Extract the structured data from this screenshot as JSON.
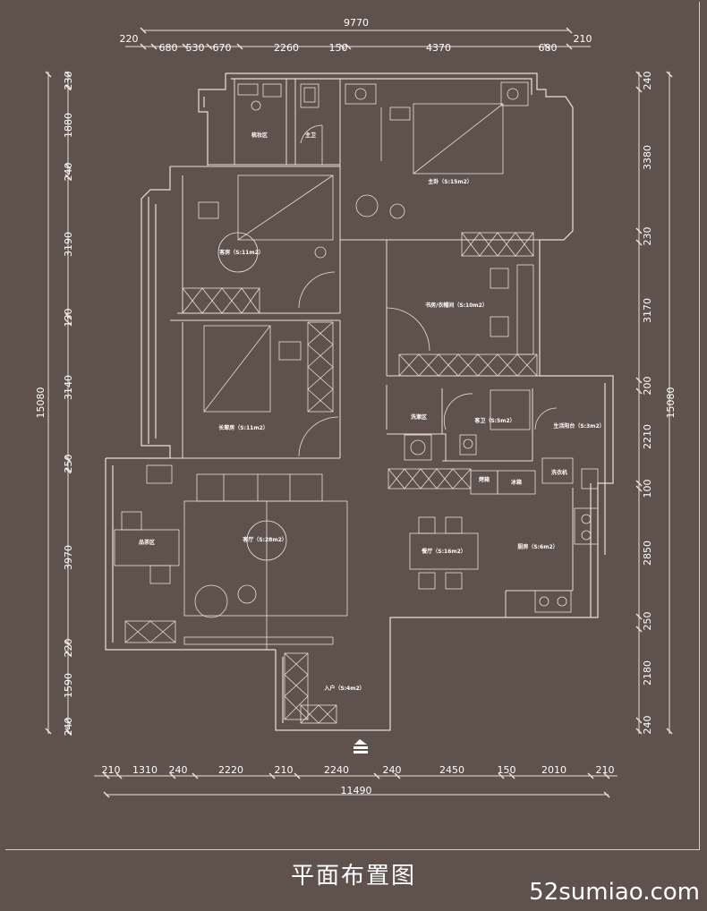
{
  "title": "平面布置图",
  "watermark": "52sumiao.com",
  "entrance_marker": "entrance-arrow-icon",
  "colors": {
    "background": "#5f514c",
    "lines": "#e8e0da",
    "text": "#ffffff"
  },
  "dimensions": {
    "top_total": "9770",
    "top_segments": [
      "220",
      "680",
      "530",
      "670",
      "2260",
      "150",
      "4370",
      "680",
      "210"
    ],
    "bottom_total": "11490",
    "bottom_segments": [
      "210",
      "1310",
      "240",
      "2220",
      "210",
      "2240",
      "240",
      "2450",
      "150",
      "2010",
      "210"
    ],
    "left_total": "15080",
    "left_segments": [
      "230",
      "1880",
      "240",
      "3190",
      "130",
      "3140",
      "250",
      "3970",
      "220",
      "1590",
      "240"
    ],
    "right_total": "15080",
    "right_segments": [
      "240",
      "3380",
      "230",
      "3170",
      "200",
      "2210",
      "100",
      "2850",
      "250",
      "2180",
      "240"
    ]
  },
  "rooms": {
    "makeup": "梳妆区",
    "master_toilet": "主卫",
    "master_bedroom": "主卧（S:15m2）",
    "guest_room": "客房（S:11m2）",
    "study": "书房/衣帽间（S:10m2）",
    "elder_room": "长辈房（S:11m2）",
    "laundry_area": "洗漱区",
    "guest_toilet": "客卫（S:5m2）",
    "balcony": "生活阳台（S:3m2）",
    "washer": "洗衣机",
    "oven": "烤箱",
    "fridge": "冰箱",
    "tea_area": "品茶区",
    "living_room": "客厅（S:28m2）",
    "dining_room": "餐厅（S:16m2）",
    "kitchen": "厨房（S:6m2）",
    "entry": "入户（S:4m2）"
  }
}
